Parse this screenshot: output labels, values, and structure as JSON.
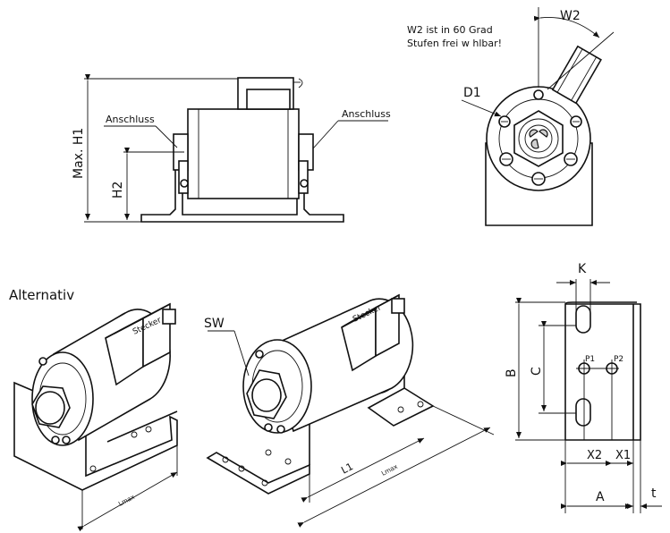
{
  "views": {
    "side": {
      "label_connection_left": "Anschluss",
      "label_connection_right": "Anschluss",
      "dim_max_height": "Max. H1",
      "dim_h2": "H2"
    },
    "front": {
      "note_line1": "W2 ist in 60  Grad",
      "note_line2": "Stufen frei w hlbar!",
      "dim_w2": "W2",
      "dim_d1": "D1"
    },
    "alternative": {
      "title": "Alternativ",
      "plug_label_left": "Stecker",
      "plug_label_right": "Stecker",
      "length_label_left": "Lmax",
      "length_label_right": "Lmax"
    },
    "right_alt": {
      "dim_sw": "SW",
      "dim_l1": "L1"
    },
    "bracket": {
      "dim_k": "K",
      "dim_b": "B",
      "dim_c": "C",
      "hole_p1": "P1",
      "hole_p2": "P2",
      "dim_x2": "X2",
      "dim_x1": "X1",
      "dim_a": "A",
      "dim_t": "t"
    }
  }
}
